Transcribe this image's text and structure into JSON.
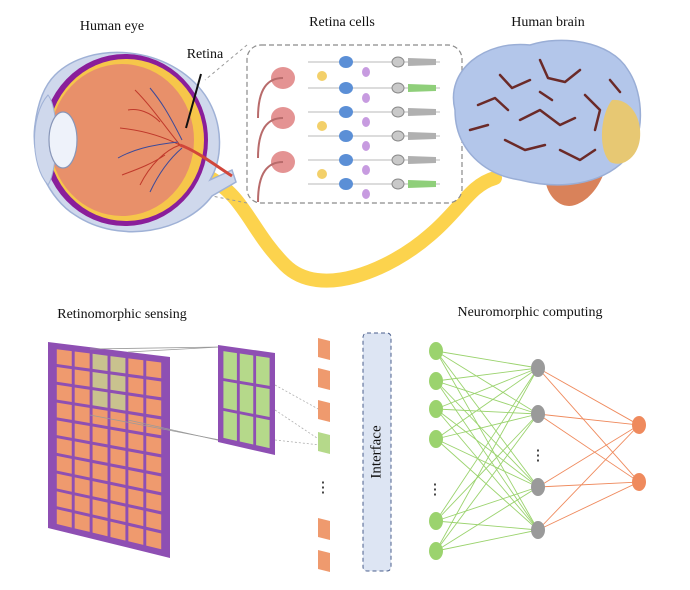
{
  "labels": {
    "human_eye": "Human eye",
    "retina": "Retina",
    "retina_cells": "Retina cells",
    "human_brain": "Human brain",
    "retinomorphic_sensing": "Retinomorphic sensing",
    "neuromorphic_computing": "Neuromorphic computing",
    "interface": "Interface",
    "ellipsis": "⋮"
  },
  "colors": {
    "optic_nerve": "#fcd34d",
    "eye_body": "#e8906a",
    "eye_sclera": "#cfd8ec",
    "eye_choroid": "#8a1e9a",
    "retina_layer": "#f6c64a",
    "brain": "#b3c6ea",
    "brain_sulci": "#6b2a28",
    "occipital_lobe": "#e7c873",
    "cerebellum": "#d9825a",
    "sensor_frame": "#8e4fb3",
    "pixel": "#ef9a6e",
    "pixel_selected": "#b5d98a",
    "interface_box": "#dde5f3",
    "input_neuron": "#9bd36e",
    "hidden_neuron": "#9a9a9a",
    "output_neuron": "#ef8a5d",
    "edge_green": "#9bd36e",
    "edge_orange": "#ef8a5d"
  },
  "network": {
    "input_neurons": 6,
    "hidden_neurons": 4,
    "output_neurons": 2
  },
  "sensor": {
    "rows": 10,
    "cols": 6,
    "zoom_rows": 3,
    "zoom_cols": 3,
    "readout_pixels": 6
  }
}
